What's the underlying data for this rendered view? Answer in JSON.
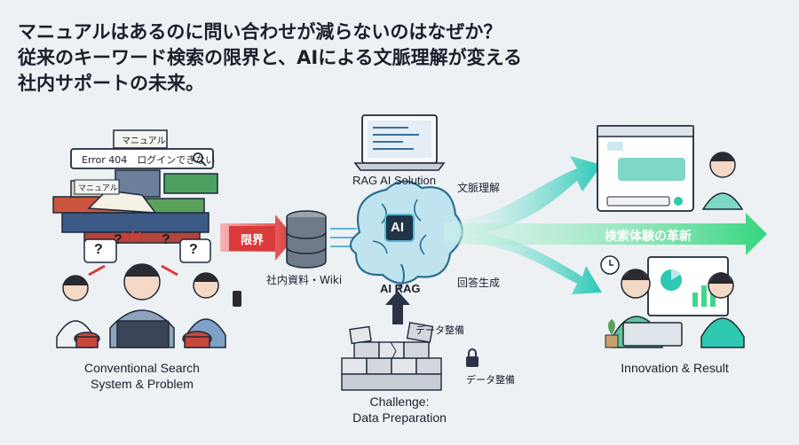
{
  "title": {
    "line1": "マニュアルはあるのに問い合わせが減らないのはなぜか？",
    "line2": "従来のキーワード検索の限界と、AIによる文脈理解が変える",
    "line3": "社内サポートの未来。"
  },
  "left": {
    "caption_line1": "Conventional Search",
    "caption_line2": "System & Problem",
    "search_text": "Error 404　ログインできない",
    "manual_tag1": "マニュアル",
    "manual_tag2": "マニュアル",
    "question_mark": "?",
    "question_mark2": "?",
    "question_mark3": "?",
    "question_mark4": "?"
  },
  "limit_label": "限界",
  "database_label": "社内資料・Wiki",
  "center": {
    "solution_label": "RAG AI Solution",
    "chip_text": "AI",
    "brain_label": "AI RAG",
    "context_label": "文脈理解",
    "answer_label": "回答生成",
    "data_prep_label_top": "データ整備",
    "data_prep_label_side": "データ整備",
    "challenge_line1": "Challenge:",
    "challenge_line2": "Data Preparation"
  },
  "right": {
    "band_text": "検索体験の革新",
    "caption": "Innovation & Result"
  },
  "colors": {
    "limit_red": "#d93a3a",
    "teal": "#2ec9b0",
    "green_band": "#3ed88a",
    "brain_blue": "#56b7d6"
  }
}
